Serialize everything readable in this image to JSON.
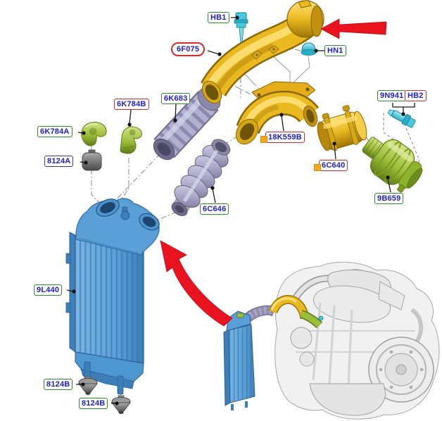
{
  "diagram_type": "exploded-parts-diagram",
  "subject": "charge-air-cooler-and-air-ducting",
  "labels": [
    {
      "text": "HB1",
      "border": "green"
    },
    {
      "text": "6F075",
      "border": "red-stadium"
    },
    {
      "text": "HN1",
      "border": "green"
    },
    {
      "text": "6K784B",
      "border": "red"
    },
    {
      "text": "6K683",
      "border": "green"
    },
    {
      "text": "6K784A",
      "border": "green"
    },
    {
      "text": "8124A",
      "border": "blue"
    },
    {
      "text": "18K559B",
      "border": "red",
      "marker": "orange-square"
    },
    {
      "text": "6C640",
      "border": "red",
      "marker": "orange-square"
    },
    {
      "text": "9N941",
      "border": "green"
    },
    {
      "text": "HB2",
      "border": "red"
    },
    {
      "text": "9B659",
      "border": "green"
    },
    {
      "text": "6C646",
      "border": "green"
    },
    {
      "text": "9L440",
      "border": "green"
    },
    {
      "text": "8124B",
      "border": "green"
    },
    {
      "text": "8124B",
      "border": "green"
    }
  ],
  "callout_style_colors": {
    "green_border": "#2E8B2E",
    "red_border": "#D42A2A",
    "blue_border": "#3A3AB8",
    "text_blue": "#1E1ECB",
    "orange_marker": "#F7A81B"
  },
  "parts": [
    {
      "name": "charge-air-pipe-upper",
      "label": "6F075",
      "color": "#E9B91F"
    },
    {
      "name": "sensor-bolt-top",
      "label": "HB1",
      "color": "#49C9DD"
    },
    {
      "name": "cap-nut",
      "label": "HN1",
      "color": "#49C9DD"
    },
    {
      "name": "charge-air-elbow",
      "label": "18K559B",
      "color": "#E9B91F"
    },
    {
      "name": "air-duct-cylinder",
      "label": "6C640",
      "color": "#E0A81C"
    },
    {
      "name": "resonator",
      "label": "9B659",
      "color": "#9DBE3A"
    },
    {
      "name": "sensor-bolt-side",
      "label": "9N941 / HB2",
      "color": "#49C9DD"
    },
    {
      "name": "corrugated-hose",
      "label": "6K683",
      "color": "#A6A2C4"
    },
    {
      "name": "bellows-hose",
      "label": "6C646",
      "color": "#A6A2C4"
    },
    {
      "name": "bracket-left",
      "label": "6K784A",
      "color": "#9DBE3A"
    },
    {
      "name": "bracket-right",
      "label": "6K784B",
      "color": "#9DBE3A"
    },
    {
      "name": "mount-grommet-upper",
      "label": "8124A",
      "color": "#787878"
    },
    {
      "name": "intercooler",
      "label": "9L440",
      "color": "#5BA0D8"
    },
    {
      "name": "mount-grommet-lower-1",
      "label": "8124B",
      "color": "#6E6E6E"
    },
    {
      "name": "mount-grommet-lower-2",
      "label": "8124B",
      "color": "#6E6E6E"
    }
  ],
  "arrows": [
    {
      "name": "straight-arrow-top-right",
      "color": "#E8131F",
      "points_to": "charge-air-pipe-upper"
    },
    {
      "name": "curved-arrow-center",
      "color": "#E8131F",
      "points_to": "intercooler"
    }
  ],
  "inset": {
    "name": "engine-location-view",
    "style": "grayscale-engine-with-colored-assembly"
  }
}
